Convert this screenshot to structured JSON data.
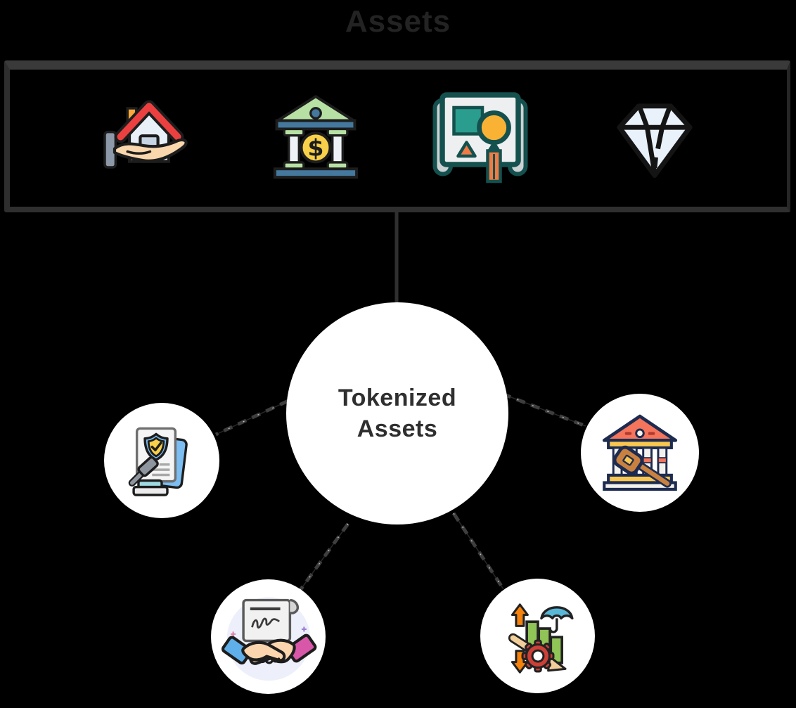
{
  "title": {
    "text": "Assets"
  },
  "center_node": {
    "label": "Tokenized Assets",
    "line1": "Tokenized",
    "line2": "Assets"
  },
  "assets_box": {
    "icons": [
      "house-in-hand-icon",
      "bank-dollar-icon",
      "blueprint-design-icon",
      "diamond-icon"
    ]
  },
  "satellite_nodes": [
    {
      "icon": "compliance-document-shield-gavel-icon"
    },
    {
      "icon": "courthouse-gavel-icon"
    },
    {
      "icon": "contract-handshake-icon"
    },
    {
      "icon": "risk-management-icon"
    }
  ],
  "colors": {
    "background": "#000000",
    "box_border": "#3a3a3a",
    "node_fill": "#ffffff",
    "center_text": "#2f2f2f",
    "connector": "#3e3e3e",
    "title_text": "#232323"
  }
}
